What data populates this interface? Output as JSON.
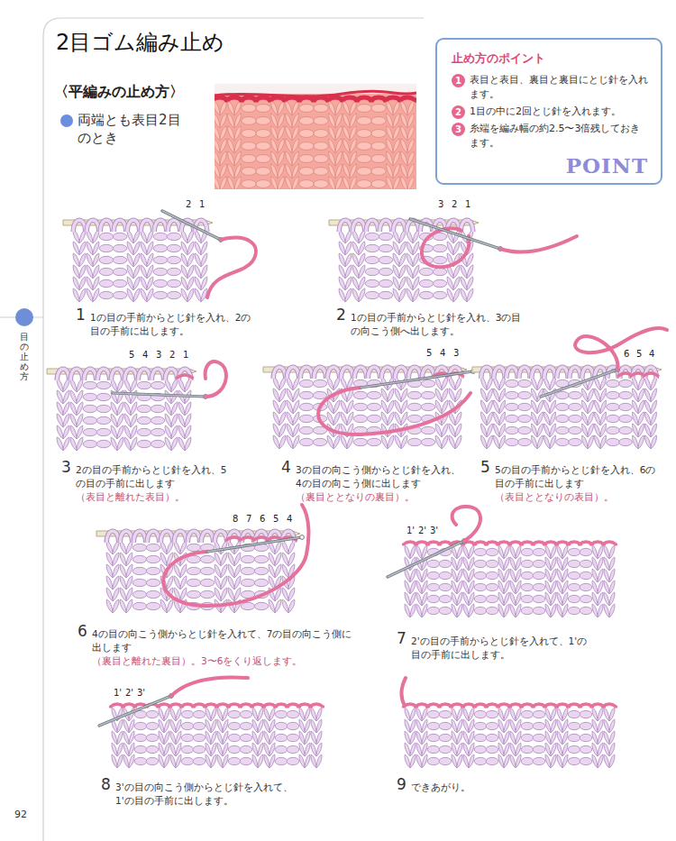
{
  "diagram": {
    "title": "2目ゴム編み止め",
    "nodes": [
      {
        "text": [
          "止め方のポイント",
          "1",
          "表目と表目、裏目と裏目にとじ針を入れます。",
          "2",
          "1目の中に2回とじ針を入れます。",
          "3",
          "糸端を編み幅の約2.5〜3倍残しておきます。",
          "POINT"
        ]
      }
    ],
    "labels": [
      "〈平編みの止め方〉",
      "両端とも表目2目のとき",
      "目の止め方",
      "1",
      "1の目の手前からとじ針を入れ、2の目の手前に出します。",
      "2",
      "1",
      "2",
      "1の目の手前からとじ針を入れ、3の目の向こう側へ出します。",
      "3",
      "2",
      "1",
      "3",
      "2の目の手前からとじ針を入れ、5の目の手前に出します",
      "（表目と離れた表目）。",
      "5",
      "4",
      "3",
      "2",
      "1",
      "4",
      "3の目の向こう側からとじ針を入れ、4の目の向こう側に出します",
      "（裏目ととなりの裏目）。",
      "5",
      "4",
      "3",
      "5",
      "5の目の手前からとじ針を入れ、6の目の手前に出します",
      "（表目ととなりの表目）。",
      "6",
      "5",
      "4",
      "6",
      "4の目の向こう側からとじ針を入れて、7の目の向こう側に出します",
      "（裏目と離れた裏目）。3〜6をくり返します。",
      "8",
      "7",
      "6",
      "5",
      "4",
      "7",
      "2'の目の手前からとじ針を入れて、1'の目の手前に出します。",
      "1'",
      "2'",
      "3'",
      "8",
      "3'の目の向こう側からとじ針を入れて、1'の目の手前に出します。",
      "1'",
      "2'",
      "3'",
      "9",
      "できあがり。",
      "92"
    ]
  }
}
